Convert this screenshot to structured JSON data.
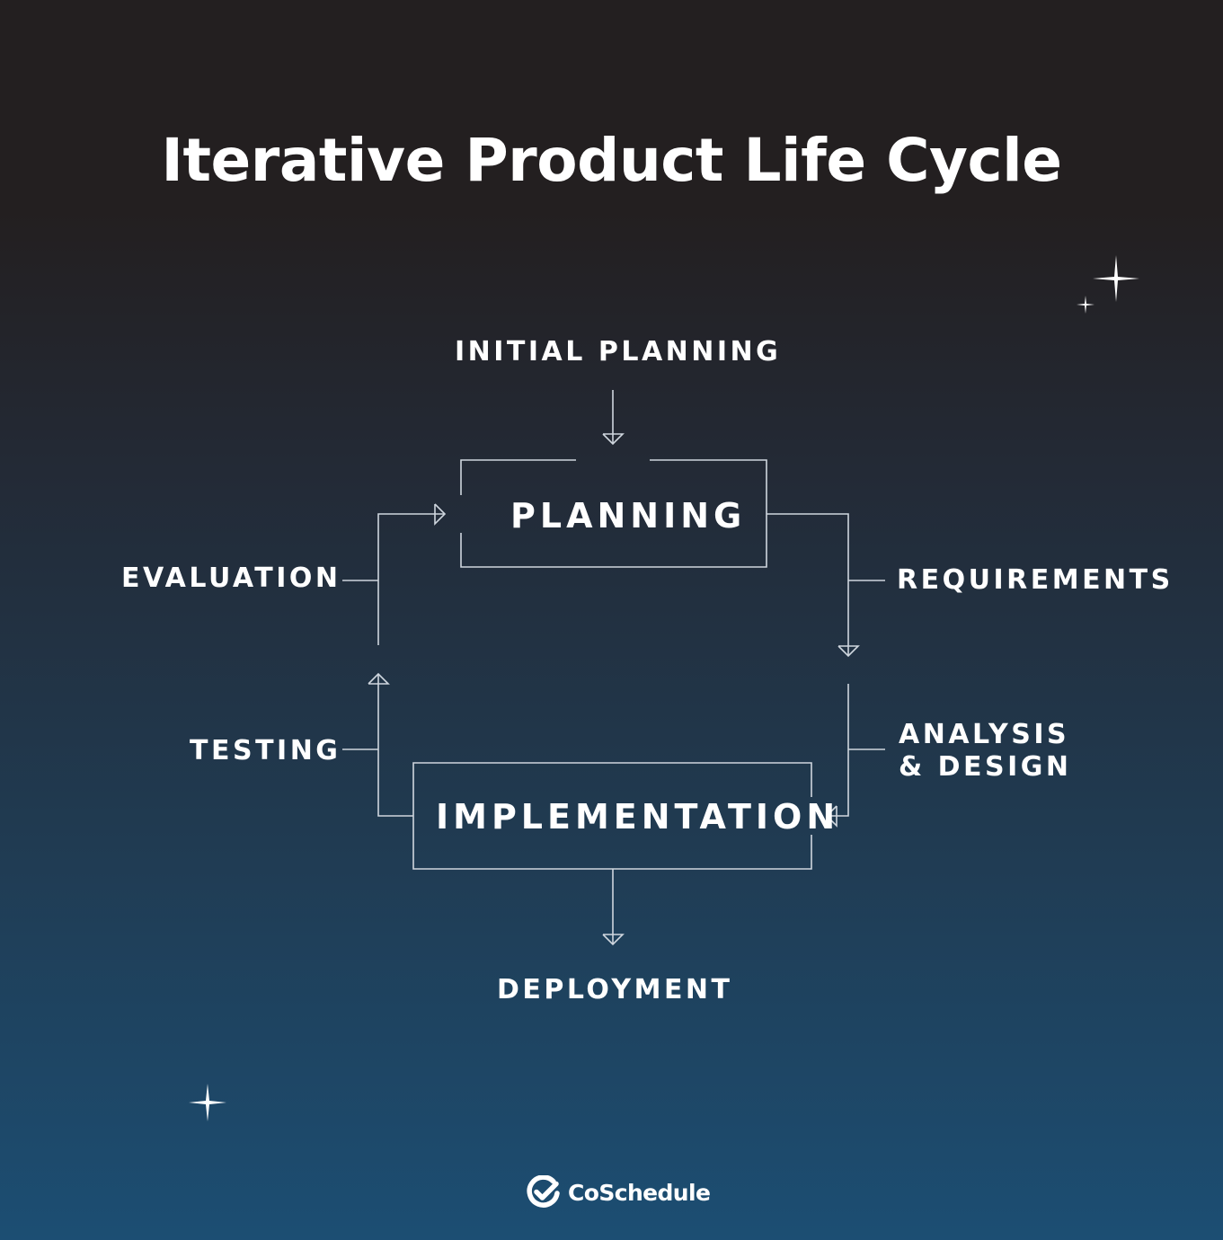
{
  "title": "Iterative Product Life Cycle",
  "stages": {
    "initial_planning": "INITIAL PLANNING",
    "planning": "PLANNING",
    "requirements": "REQUIREMENTS",
    "analysis_design_line1": "ANALYSIS",
    "analysis_design_line2": "& DESIGN",
    "implementation": "IMPLEMENTATION",
    "testing": "TESTING",
    "evaluation": "EVALUATION",
    "deployment": "DEPLOYMENT"
  },
  "brand": {
    "name": "CoSchedule",
    "icon": "check-circle-icon"
  },
  "decorations": {
    "icon": "sparkle-star-icon"
  },
  "colors": {
    "line": "#cfd6de",
    "text": "#ffffff",
    "bg_top": "#231f20",
    "bg_bottom": "#1c4e73"
  }
}
